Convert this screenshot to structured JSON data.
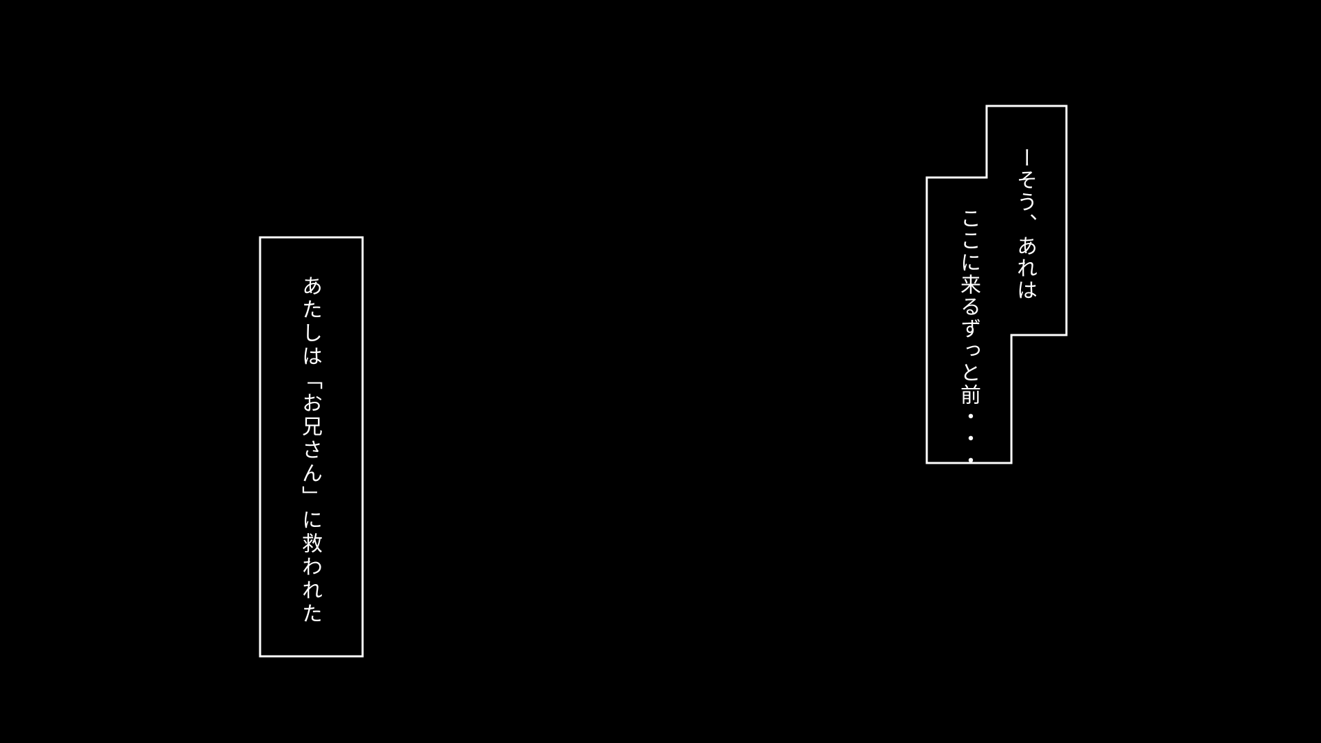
{
  "captions": {
    "left": {
      "text": "あたしは「お兄さん」に救われた"
    },
    "right": {
      "line1": "ーそう、あれは",
      "line2": "ここに来るずっと前・・・"
    }
  },
  "colors": {
    "background": "#000000",
    "border": "#ffffff",
    "text": "#ffffff"
  }
}
